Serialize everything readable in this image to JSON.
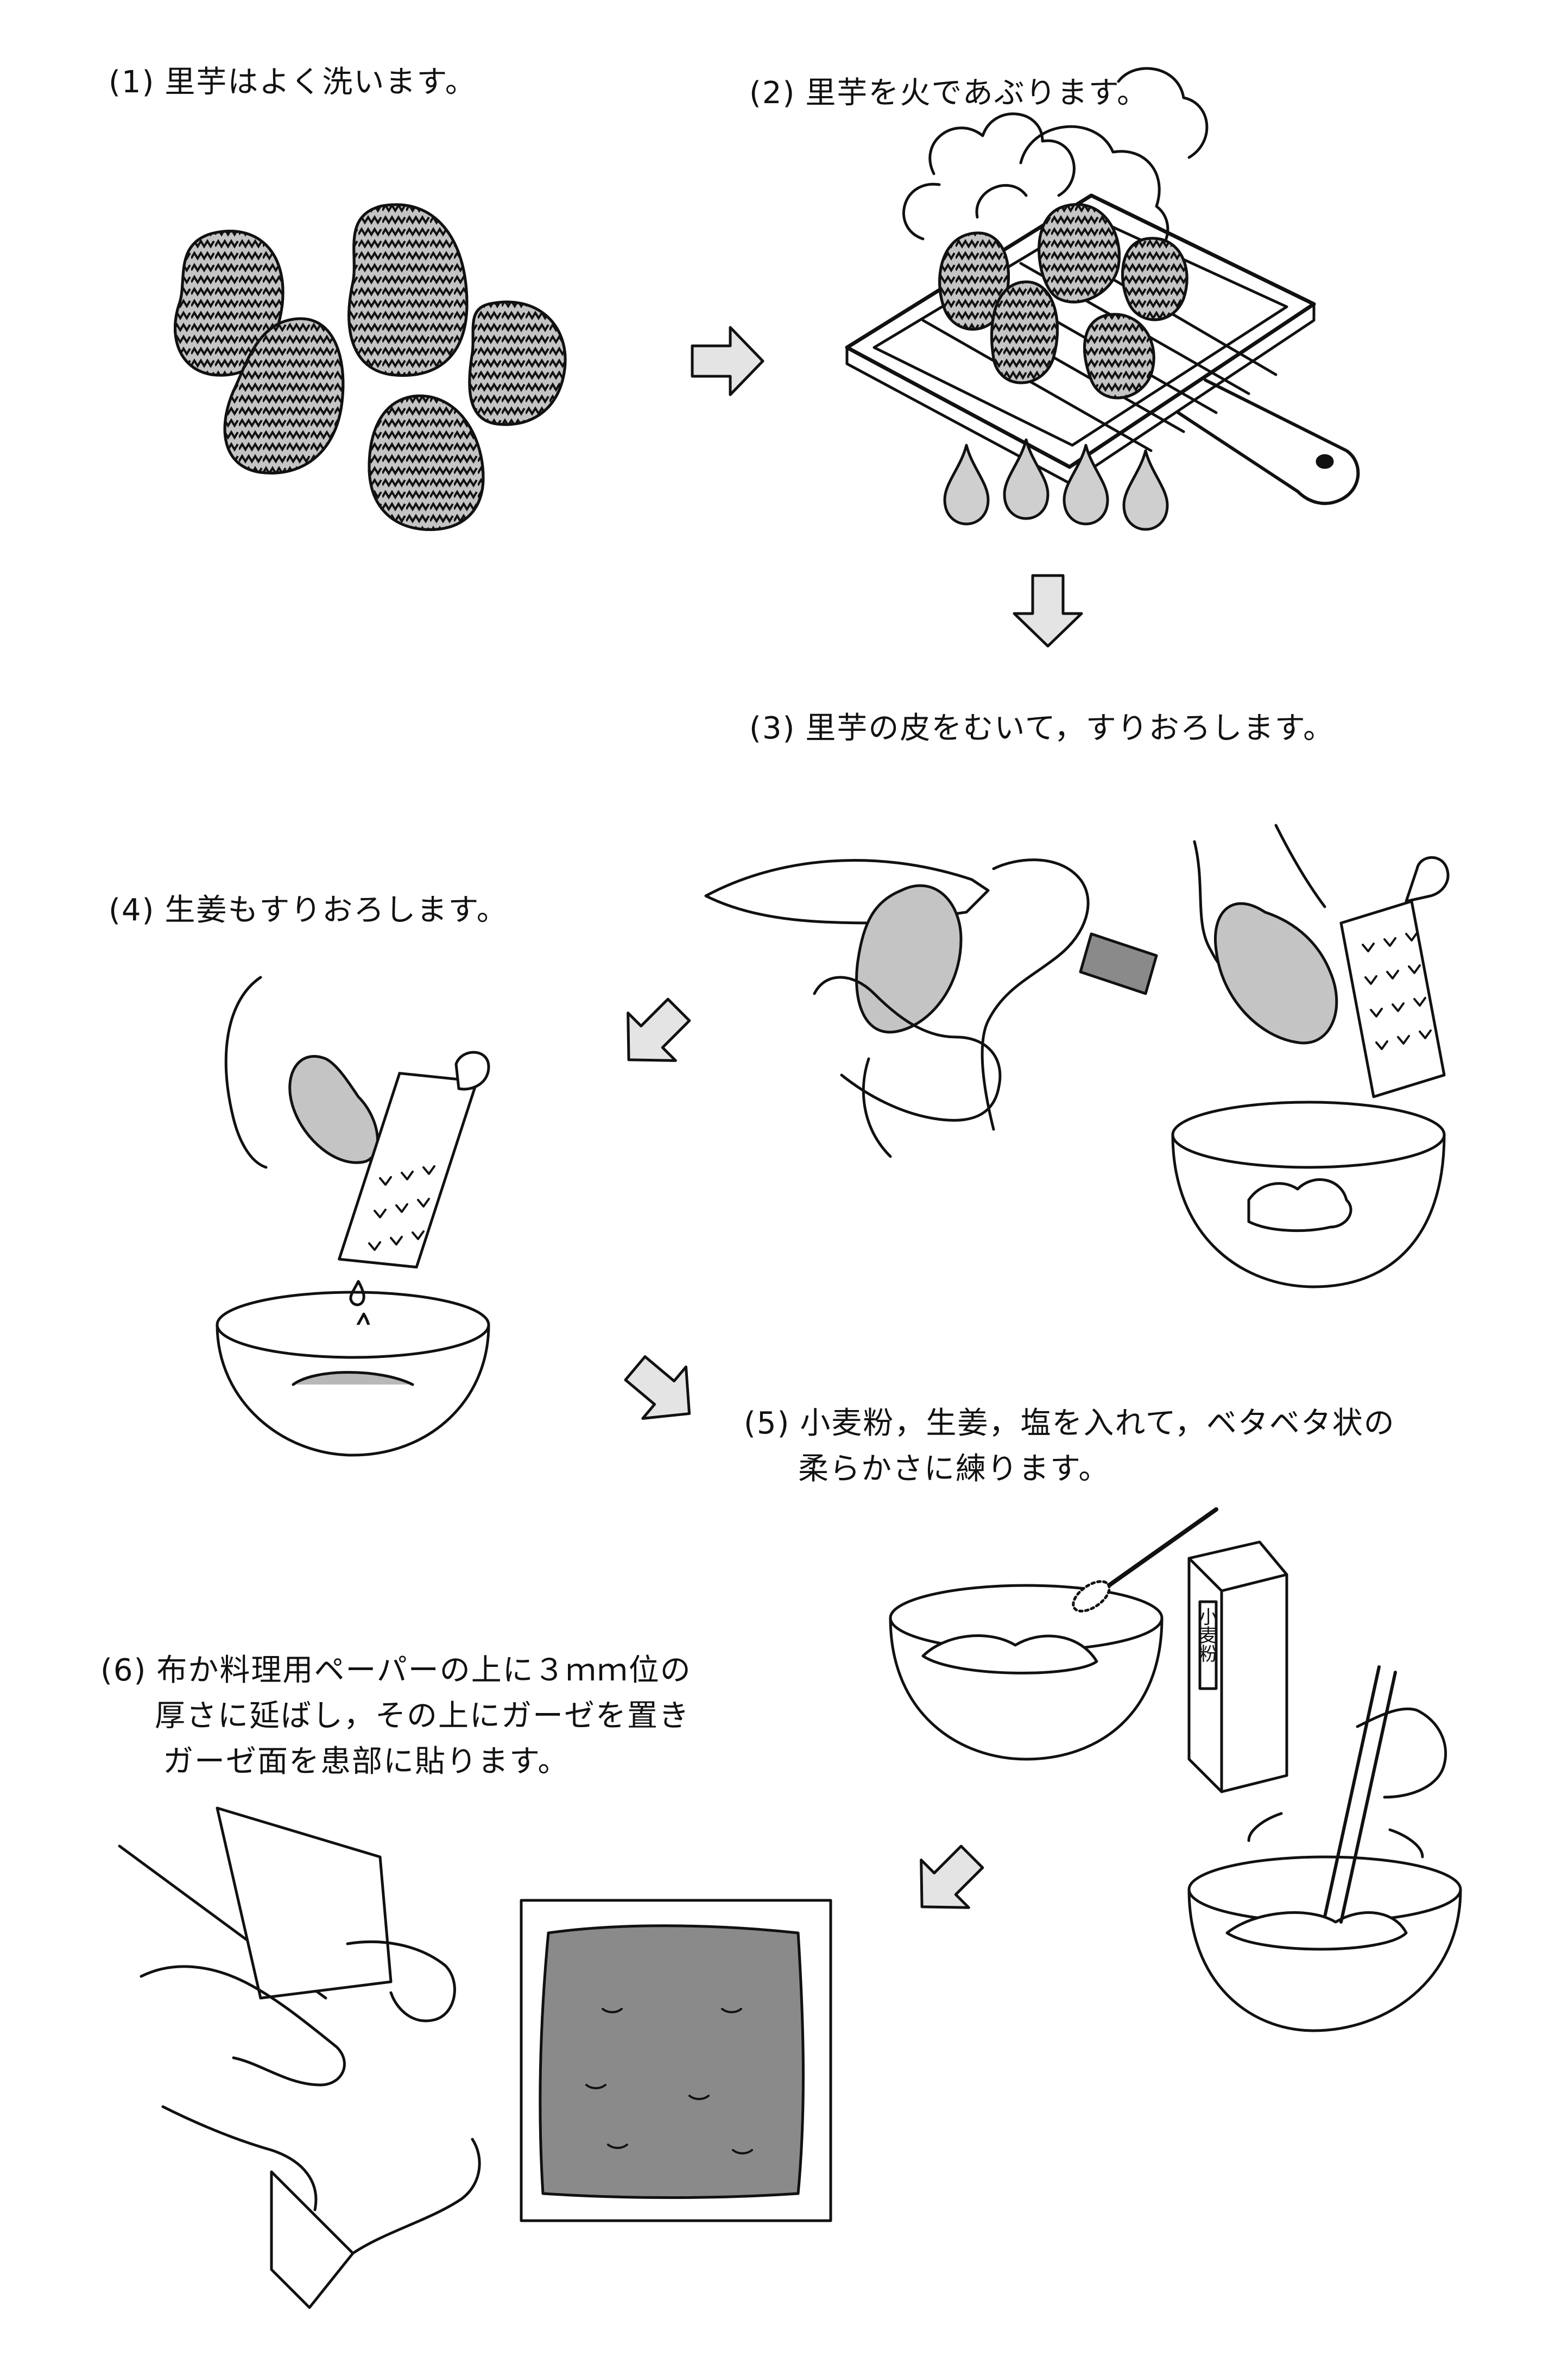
{
  "steps": [
    {
      "number": "(1)",
      "lines": [
        "里芋はよく洗います。"
      ]
    },
    {
      "number": "(2)",
      "lines": [
        "里芋を火であぶります。"
      ]
    },
    {
      "number": "(3)",
      "lines": [
        "里芋の皮をむいて，すりおろします。"
      ]
    },
    {
      "number": "(4)",
      "lines": [
        "生姜もすりおろします。"
      ]
    },
    {
      "number": "(5)",
      "lines": [
        "小麦粉，生姜，塩を入れて，ベタベタ状の",
        "柔らかさに練ります。"
      ]
    },
    {
      "number": "(6)",
      "lines": [
        "布か料理用ペーパーの上に３ｍｍ位の",
        "厚さに延ばし，その上にガーゼを置き",
        "ガーゼ面を患部に貼ります。"
      ]
    }
  ],
  "flour_bag_label": "小麦粉",
  "colors": {
    "ink": "#111111",
    "gray_fill": "#b8b8b8",
    "dark_fill": "#8a8a8a",
    "arrow_fill": "#e4e4e4"
  }
}
